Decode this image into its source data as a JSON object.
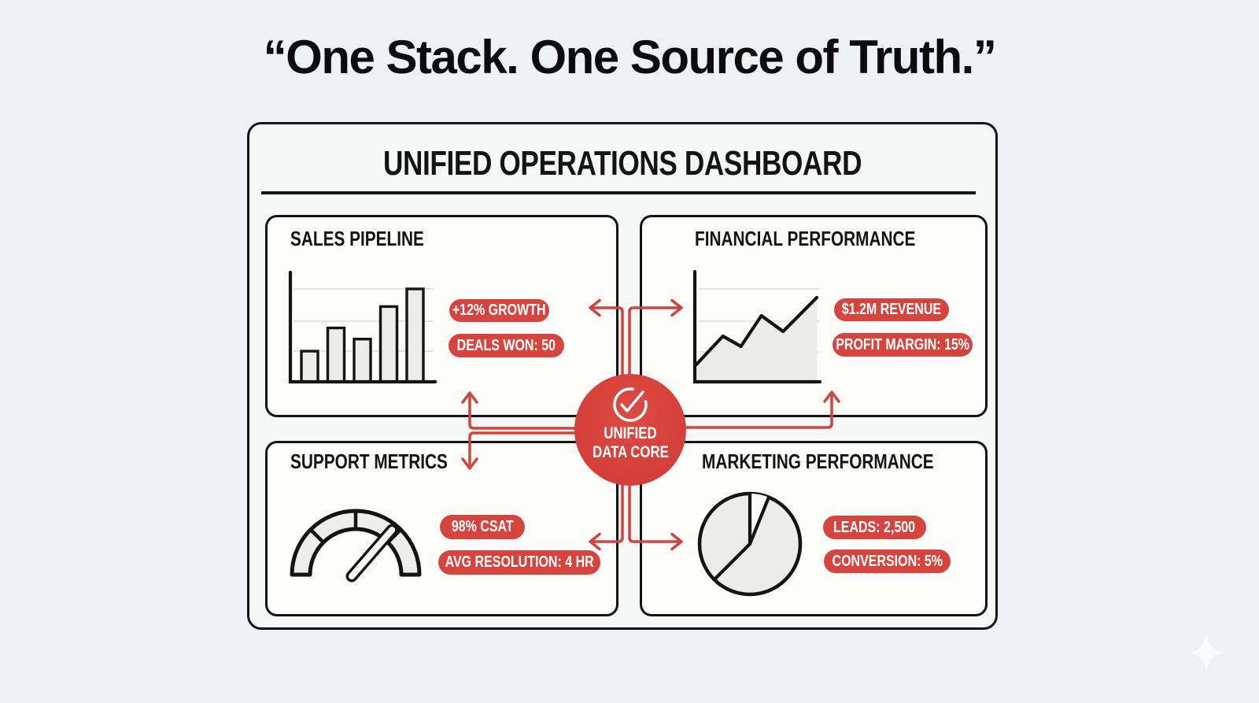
{
  "page": {
    "title": "“One Stack. One Source of Truth.”"
  },
  "dashboard": {
    "title": "UNIFIED OPERATIONS DASHBOARD",
    "core": {
      "line1": "UNIFIED",
      "line2": "DATA CORE",
      "icon": "check-circle-icon"
    },
    "panels": [
      {
        "id": "sales-pipeline",
        "title": "SALES PIPELINE",
        "badges": [
          "+12% GROWTH",
          "DEALS WON: 50"
        ]
      },
      {
        "id": "financial-performance",
        "title": "FINANCIAL PERFORMANCE",
        "badges": [
          "$1.2M REVENUE",
          "PROFIT MARGIN: 15%"
        ]
      },
      {
        "id": "support-metrics",
        "title": "SUPPORT METRICS",
        "badges": [
          "98% CSAT",
          "AVG RESOLUTION: 4 HR"
        ]
      },
      {
        "id": "marketing-performance",
        "title": "MARKETING PERFORMANCE",
        "badges": [
          "LEADS: 2,500",
          "CONVERSION: 5%"
        ]
      }
    ]
  },
  "colors": {
    "accent_red": "#d7443e",
    "arrow_red": "#cf453e",
    "ink": "#141414",
    "panel_fill": "#fcfcfb",
    "chart_gray": "#ececeb",
    "background": "#edf1f4"
  },
  "chart_data": [
    {
      "type": "bar",
      "panel": "SALES PIPELINE",
      "categories": [
        "",
        "",
        "",
        "",
        ""
      ],
      "values": [
        33,
        58,
        46,
        81,
        100
      ],
      "unit": "relative-%-of-max",
      "axes_labeled": false,
      "gridlines": 3
    },
    {
      "type": "line",
      "panel": "FINANCIAL PERFORMANCE",
      "x_pct": [
        0,
        22,
        37,
        54,
        72,
        100
      ],
      "y": [
        22,
        58,
        45,
        84,
        64,
        107
      ],
      "unit": "relative",
      "area": true,
      "axes_labeled": false,
      "gridlines": 3
    },
    {
      "type": "gauge",
      "panel": "SUPPORT METRICS",
      "style": "semicircle-annulus",
      "needle_angle_deg": 49,
      "tick_angles_deg": [
        45,
        90,
        135
      ]
    },
    {
      "type": "pie",
      "panel": "MARKETING PERFORMANCE",
      "slice_boundaries_deg": [
        90,
        68,
        225
      ],
      "slices_pct": [
        6,
        57,
        37
      ]
    }
  ]
}
